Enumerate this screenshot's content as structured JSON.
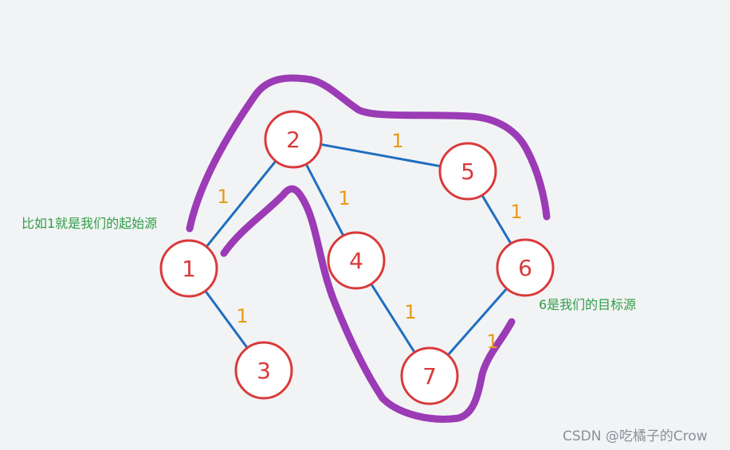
{
  "diagram": {
    "nodes": [
      {
        "id": "1",
        "label": "1"
      },
      {
        "id": "2",
        "label": "2"
      },
      {
        "id": "3",
        "label": "3"
      },
      {
        "id": "4",
        "label": "4"
      },
      {
        "id": "5",
        "label": "5"
      },
      {
        "id": "6",
        "label": "6"
      },
      {
        "id": "7",
        "label": "7"
      }
    ],
    "edges": [
      {
        "from": "1",
        "to": "2",
        "weight": "1"
      },
      {
        "from": "1",
        "to": "3",
        "weight": "1"
      },
      {
        "from": "2",
        "to": "5",
        "weight": "1"
      },
      {
        "from": "2",
        "to": "4",
        "weight": "1"
      },
      {
        "from": "5",
        "to": "6",
        "weight": "1"
      },
      {
        "from": "4",
        "to": "7",
        "weight": "1"
      },
      {
        "from": "7",
        "to": "6",
        "weight": "1"
      }
    ],
    "annotations": {
      "source_note": "比如1就是我们的起始源",
      "target_note": "6是我们的目标源"
    },
    "watermark": "CSDN @吃橘子的Crow",
    "colors": {
      "background": "#f2f3f5",
      "node_stroke": "#d93a3a",
      "edge": "#1f6fbf",
      "weight": "#e89a12",
      "highlight_stroke": "#9b3bb5",
      "annotation": "#2e9e46"
    }
  }
}
